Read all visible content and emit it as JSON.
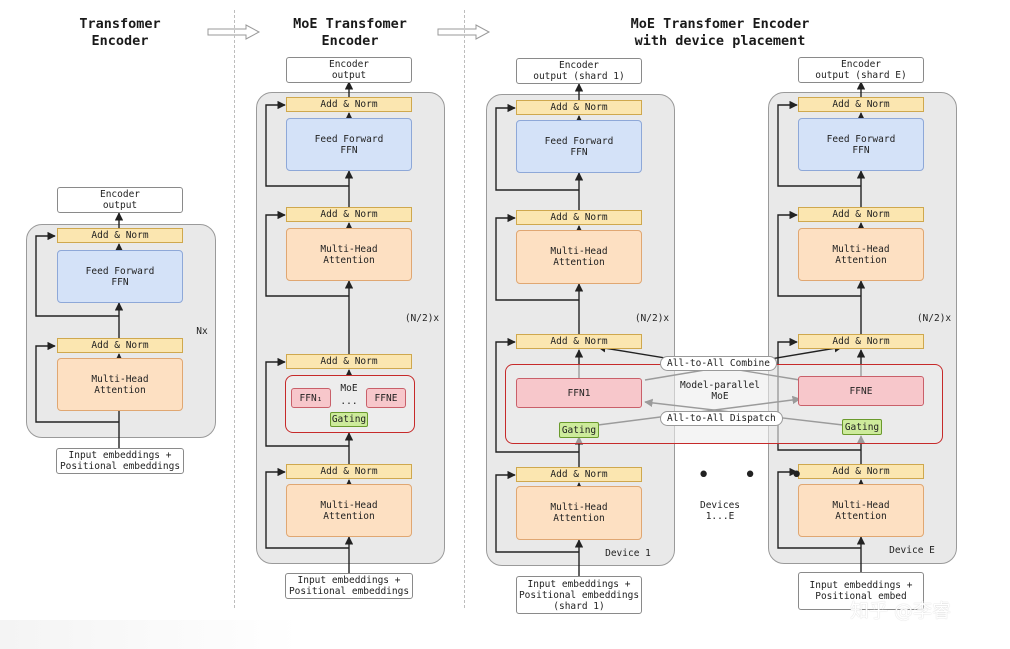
{
  "titles": {
    "left": "Transfomer\nEncoder",
    "mid": "MoE Transfomer\nEncoder",
    "right": "MoE Transfomer Encoder\nwith device placement"
  },
  "labels": {
    "encoder_output": "Encoder\noutput",
    "encoder_output_shard1": "Encoder\noutput (shard 1)",
    "encoder_output_shardE": "Encoder\noutput (shard E)",
    "add_norm": "Add & Norm",
    "feed_forward": "Feed Forward\nFFN",
    "multi_head": "Multi-Head\nAttention",
    "input_embeddings": "Input embeddings +\nPositional embeddings",
    "input_embeddings_shard1": "Input embeddings +\nPositional embeddings\n(shard 1)",
    "input_embeddings_cut": "Input embeddings +\nPositional embed",
    "nx": "Nx",
    "n2x": "(N/2)x",
    "moe": "MoE",
    "ellipsis": "...",
    "ffn1": "FFN₁",
    "ffnE": "FFNE",
    "ffn1_dev": "FFN1",
    "ffnE_dev": "FFNE",
    "gating": "Gating",
    "model_parallel_moe": "Model-parallel\nMoE",
    "all_to_all_combine": "All-to-All Combine",
    "all_to_all_dispatch": "All-to-All Dispatch",
    "device1": "Device 1",
    "deviceE": "Device E",
    "devices": "Devices\n1...E",
    "dots": "• • •"
  },
  "watermark": "知乎 @李睿",
  "colors": {
    "add_norm": "#fbe6b0",
    "ffn": "#d4e2f8",
    "attention": "#fde0c2",
    "expert": "#f7c7cb",
    "gating": "#cdeb9b",
    "moe_border": "#c62a2a"
  }
}
